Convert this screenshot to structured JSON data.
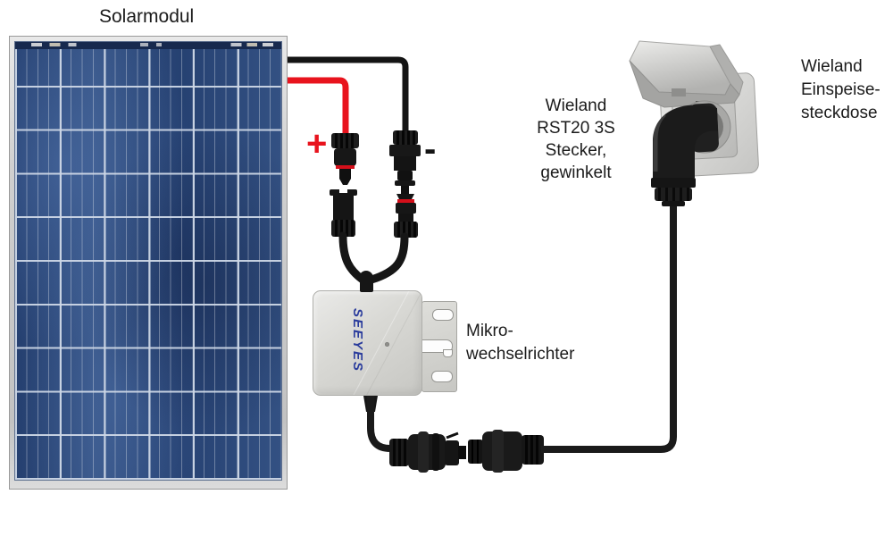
{
  "labels": {
    "solar_module": "Solarmodul",
    "plus": "+",
    "minus": "-",
    "micro_inverter": [
      "Mikro-",
      "wechselrichter"
    ],
    "wieland_plug": [
      "Wieland",
      "RST20 3S",
      "Stecker,",
      "gewinkelt"
    ],
    "wieland_socket": [
      "Wieland",
      "Einspeise-",
      "steckdose"
    ]
  },
  "inverter": {
    "brand": "SEEYES"
  },
  "colors": {
    "positive_wire": "#e8131d",
    "negative_wire": "#141414",
    "ac_cable": "#1a1a1a",
    "panel_cell_blue": "#2b4a7e",
    "panel_grid": "#cdd7e6",
    "brand_blue": "#2a3c9c",
    "enclosure_gray": "#d8d8d4"
  }
}
